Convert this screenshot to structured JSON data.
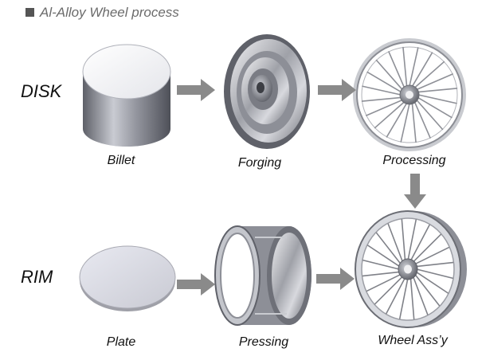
{
  "title": "Al-Alloy Wheel process",
  "rows": {
    "disk": "DISK",
    "rim": "RIM"
  },
  "steps": {
    "billet": "Billet",
    "forging": "Forging",
    "processing": "Processing",
    "plate": "Plate",
    "pressing": "Pressing",
    "assembly": "Wheel Ass’y"
  },
  "colors": {
    "arrow": "#8a8a8a",
    "text": "#111111",
    "title": "#6b6b6b"
  }
}
